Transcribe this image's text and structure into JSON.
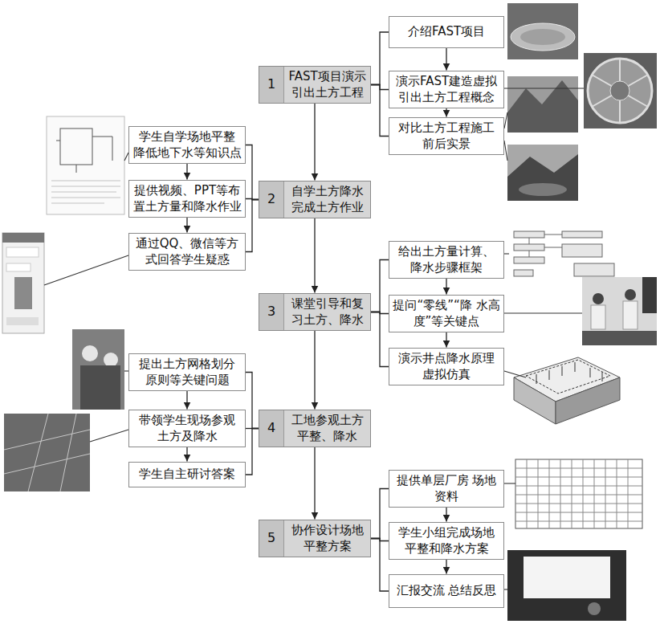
{
  "diagram": {
    "nodes": [
      {
        "text": [
          "1",
          "FAST项目演示 引出土方工程"
        ]
      },
      {
        "text": [
          "介绍FAST项目"
        ]
      },
      {
        "text": [
          "演示FAST建造虚拟 引出土方工程概念"
        ]
      },
      {
        "text": [
          "对比土方工程施工 前后实景"
        ]
      },
      {
        "text": [
          "学生自学场地平整 降低地下水等知识点"
        ]
      },
      {
        "text": [
          "提供视频、PPT等布 置土方量和降水作业"
        ]
      },
      {
        "text": [
          "通过QQ、微信等方 式回答学生疑惑"
        ]
      },
      {
        "text": [
          "2",
          "自学土方降水 完成土方作业"
        ]
      },
      {
        "text": [
          "3",
          "课堂引导和复 习土方、降水"
        ]
      },
      {
        "text": [
          "给出土方量计算、 降水步骤框架"
        ]
      },
      {
        "text": [
          "提问“零线”“降 水高度”等关键点"
        ]
      },
      {
        "text": [
          "演示井点降水原理 虚拟仿真"
        ]
      },
      {
        "text": [
          "提出土方网格划分 原则等关键问题"
        ]
      },
      {
        "text": [
          "带领学生现场参观 土方及降水"
        ]
      },
      {
        "text": [
          "学生自主研讨答案"
        ]
      },
      {
        "text": [
          "4",
          "工地参观土方 平整、降水"
        ]
      },
      {
        "text": [
          "5",
          "协作设计场地 平整方案"
        ]
      },
      {
        "text": [
          "提供单层厂房 场地资料"
        ]
      },
      {
        "text": [
          "学生小组完成场地 平整和降水方案"
        ]
      },
      {
        "text": [
          "汇报交流 总结反思"
        ]
      }
    ],
    "edges": [
      {
        "from": 0,
        "to": 7,
        "arrow": "to"
      },
      {
        "from": 7,
        "to": 8,
        "arrow": "to"
      },
      {
        "from": 8,
        "to": 15,
        "arrow": "to"
      },
      {
        "from": 15,
        "to": 16,
        "arrow": "to"
      },
      {
        "from": 0,
        "to": 1,
        "arrow": "none"
      },
      {
        "from": 0,
        "to": 2,
        "arrow": "none"
      },
      {
        "from": 0,
        "to": 3,
        "arrow": "none"
      },
      {
        "from": 1,
        "to": 2,
        "arrow": "to"
      },
      {
        "from": 2,
        "to": 3,
        "arrow": "to"
      },
      {
        "from": 7,
        "to": 4,
        "arrow": "none"
      },
      {
        "from": 7,
        "to": 5,
        "arrow": "none"
      },
      {
        "from": 7,
        "to": 6,
        "arrow": "none"
      },
      {
        "from": 4,
        "to": 5,
        "arrow": "to"
      },
      {
        "from": 5,
        "to": 6,
        "arrow": "to"
      },
      {
        "from": 8,
        "to": 9,
        "arrow": "none"
      },
      {
        "from": 8,
        "to": 10,
        "arrow": "none"
      },
      {
        "from": 8,
        "to": 11,
        "arrow": "none"
      },
      {
        "from": 9,
        "to": 10,
        "arrow": "to"
      },
      {
        "from": 10,
        "to": 11,
        "arrow": "to"
      },
      {
        "from": 15,
        "to": 12,
        "arrow": "none"
      },
      {
        "from": 15,
        "to": 13,
        "arrow": "none"
      },
      {
        "from": 15,
        "to": 14,
        "arrow": "none"
      },
      {
        "from": 12,
        "to": 13,
        "arrow": "to"
      },
      {
        "from": 13,
        "to": 14,
        "arrow": "to"
      },
      {
        "from": 16,
        "to": 17,
        "arrow": "none"
      },
      {
        "from": 16,
        "to": 18,
        "arrow": "none"
      },
      {
        "from": 16,
        "to": 19,
        "arrow": "none"
      },
      {
        "from": 17,
        "to": 18,
        "arrow": "to"
      },
      {
        "from": 18,
        "to": 19,
        "arrow": "to"
      }
    ]
  }
}
